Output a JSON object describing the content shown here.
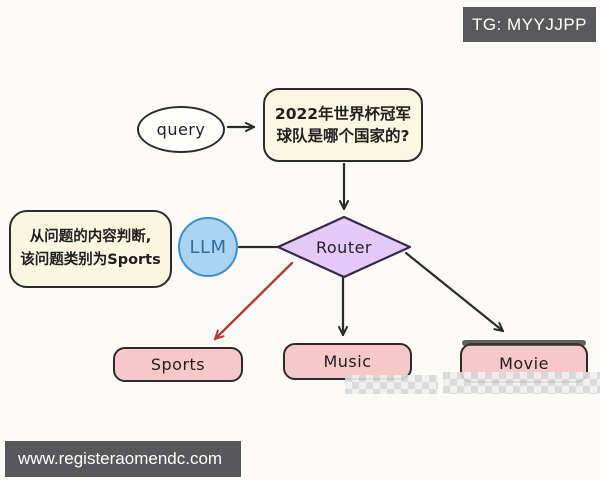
{
  "watermarks": {
    "tg_badge": "TG: MYYJJPP",
    "site_bar": "www.registeraomendc.com"
  },
  "diagram": {
    "query": {
      "label": "query"
    },
    "question": {
      "lines": [
        "2022年世界杯冠军",
        "球队是哪个国家的?"
      ]
    },
    "llm": {
      "label": "LLM"
    },
    "router": {
      "label": "Router"
    },
    "note": {
      "lines": [
        "从问题的内容判断,",
        "该问题类别为Sports"
      ]
    },
    "categories": [
      {
        "label": "Sports",
        "arrow_color": "red"
      },
      {
        "label": "Music",
        "arrow_color": "black"
      },
      {
        "label": "Movie",
        "arrow_color": "black"
      }
    ]
  },
  "colors": {
    "background": "#fbfaf7",
    "question_fill": "#fbf7e2",
    "note_fill": "#faf6df",
    "llm_fill": "#a9d4f2",
    "llm_border": "#3d90ce",
    "router_fill": "#e4c9f6",
    "category_fill": "#f6c9c8",
    "line_black": "#2b2b2b",
    "line_red": "#b23b32",
    "watermark_gray": "#59595b"
  }
}
